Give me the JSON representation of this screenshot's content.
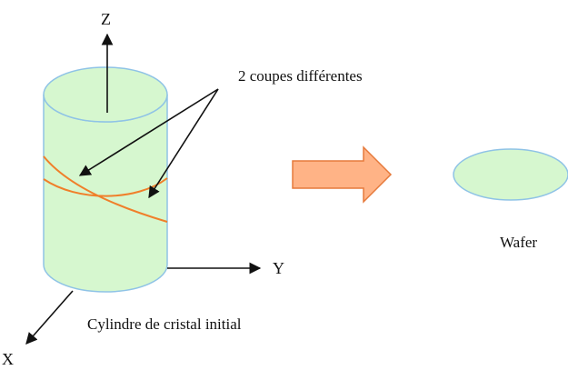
{
  "axes": {
    "z": "Z",
    "y": "Y",
    "x": "X"
  },
  "labels": {
    "cuts": "2 coupes différentes",
    "cylinder": "Cylindre de cristal initial",
    "wafer": "Wafer"
  },
  "colors": {
    "cylinder_fill": "#d6f7cf",
    "cylinder_outline": "#8fc3e6",
    "cut_lines": "#f07f2a",
    "big_arrow_fill": "#ffb386",
    "big_arrow_stroke": "#e67a3c",
    "axis_arrows": "#111111"
  }
}
